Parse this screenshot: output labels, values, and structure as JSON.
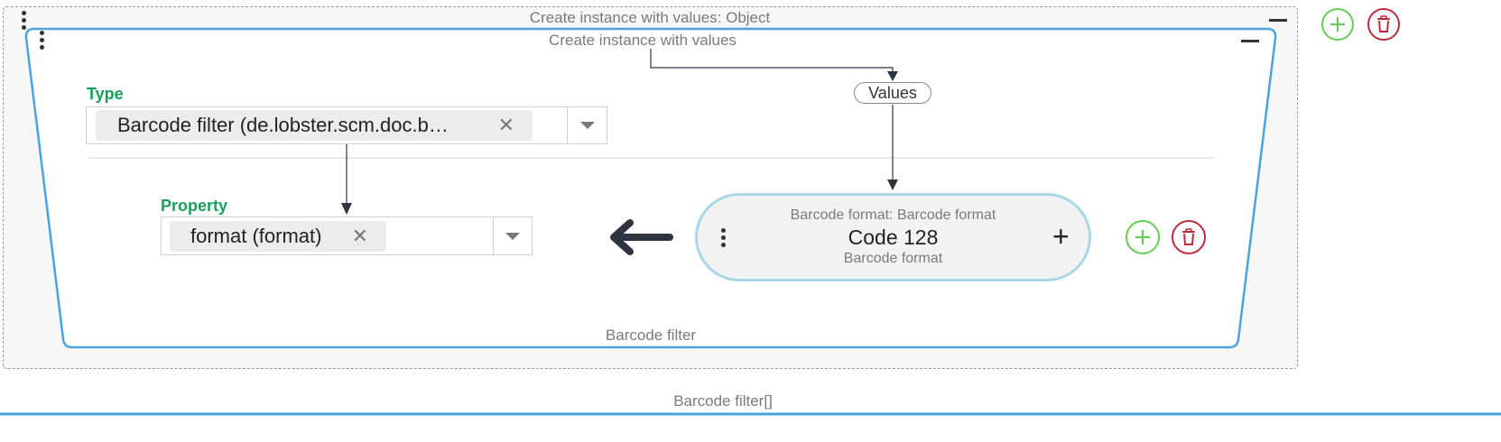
{
  "outer": {
    "title": "Create instance with values: Object"
  },
  "inner": {
    "title": "Create instance with values",
    "footer": "Barcode filter"
  },
  "type_field": {
    "label": "Type",
    "value": "Barcode filter (de.lobster.scm.doc.b…",
    "clear_symbol": "✕"
  },
  "property_field": {
    "label": "Property",
    "value": "format (format)",
    "clear_symbol": "✕"
  },
  "values_pill": "Values",
  "value_node": {
    "title": "Barcode format: Barcode format",
    "value": "Code 128",
    "subtitle": "Barcode format",
    "plus_symbol": "+"
  },
  "bottom_label": "Barcode filter[]",
  "colors": {
    "accent_blue": "#4aa3dc",
    "label_green": "#17a05a",
    "add_green": "#66cc55",
    "delete_red": "#c0283c",
    "node_border": "#a9d7e6"
  },
  "icons": [
    "kebab-icon",
    "collapse-icon",
    "add-icon",
    "delete-icon",
    "clear-icon",
    "dropdown-icon",
    "arrow-left-icon",
    "plus-icon"
  ]
}
